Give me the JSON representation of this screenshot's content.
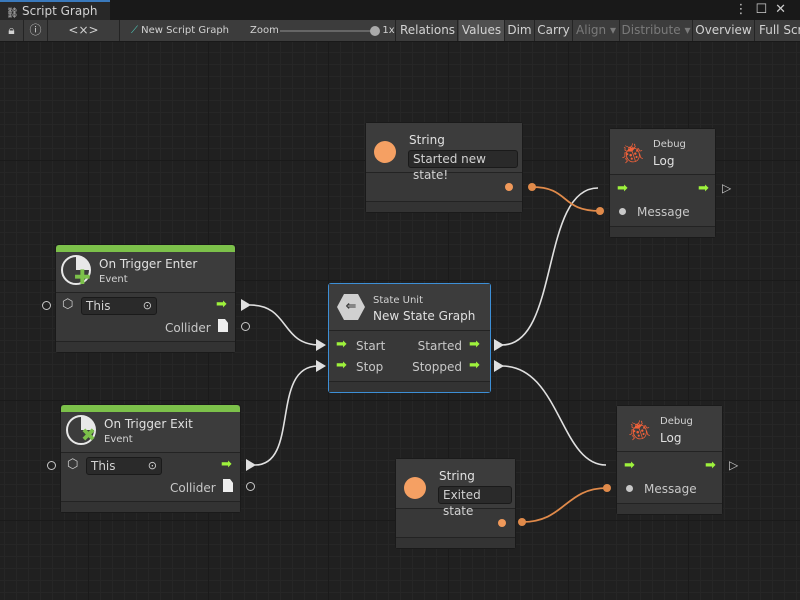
{
  "window": {
    "tab_title": "Script Graph",
    "tab_icon": "hierarchy-icon"
  },
  "toolbar": {
    "lock": "lock-icon",
    "info": "info-icon",
    "variables": "<×>",
    "graph_name": "New Script Graph",
    "zoom_label": "Zoom",
    "zoom_value": "1x",
    "zoom_level": 1.0,
    "buttons": [
      "Relations",
      "Values",
      "Dim",
      "Carry",
      "Align ▾",
      "Distribute ▾",
      "Overview",
      "Full Screen"
    ],
    "active_button": "Values"
  },
  "nodes": {
    "string_a": {
      "title": "String",
      "value": "Started new state!"
    },
    "log_a": {
      "category": "Debug",
      "title": "Log",
      "port": "Message"
    },
    "trigger_enter": {
      "title": "On Trigger Enter",
      "subtitle": "Event",
      "target": "This",
      "output": "Collider",
      "accent": "#7cc14a"
    },
    "state_unit": {
      "category": "State Unit",
      "title": "New  State  Graph",
      "in_start": "Start",
      "in_stop": "Stop",
      "out_started": "Started",
      "out_stopped": "Stopped"
    },
    "trigger_exit": {
      "title": "On Trigger Exit",
      "subtitle": "Event",
      "target": "This",
      "output": "Collider"
    },
    "string_b": {
      "title": "String",
      "value": "Exited state"
    },
    "log_b": {
      "category": "Debug",
      "title": "Log",
      "port": "Message"
    }
  },
  "colors": {
    "flow": "#9ef23c",
    "string_port": "#f0995a",
    "selection": "#3d8fd6",
    "debug_icon": "#f0613a"
  }
}
